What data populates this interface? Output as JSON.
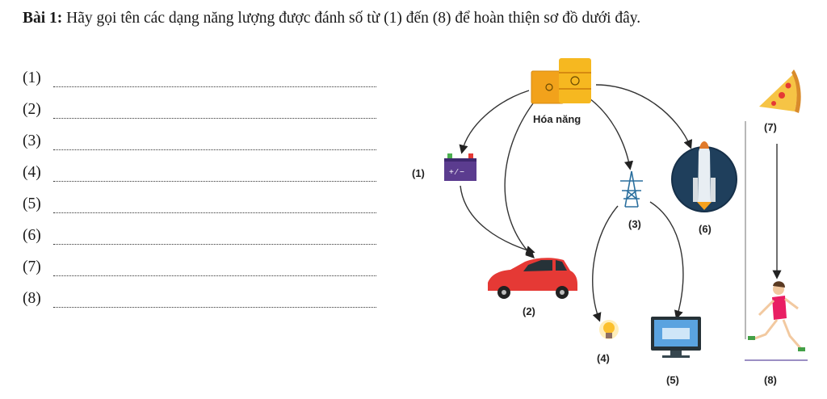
{
  "exercise": {
    "title_bold": "Bài 1:",
    "title_text": " Hãy gọi tên các dạng năng lượng được đánh số từ (1) đến (8) để hoàn thiện sơ đồ dưới đây."
  },
  "blanks": [
    "(1)",
    "(2)",
    "(3)",
    "(4)",
    "(5)",
    "(6)",
    "(7)",
    "(8)"
  ],
  "diagram": {
    "source_label": "Hóa năng",
    "labels": {
      "battery": "(1)",
      "car": "(2)",
      "tower": "(3)",
      "bulb": "(4)",
      "monitor": "(5)",
      "rocket": "(6)",
      "pizza": "(7)",
      "runner": "(8)"
    }
  }
}
